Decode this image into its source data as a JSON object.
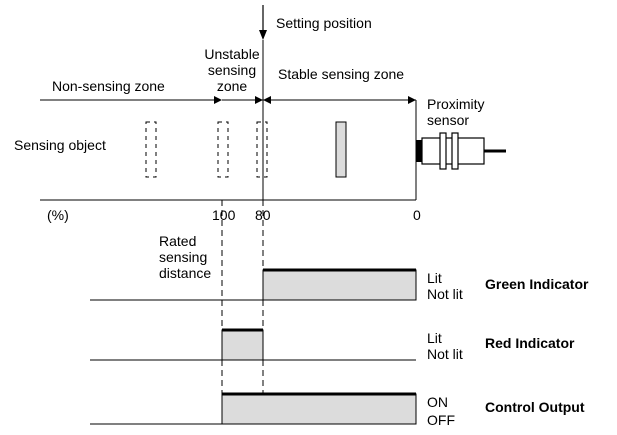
{
  "labels": {
    "setting_position": "Setting position",
    "unstable_zone": [
      "Unstable",
      "sensing",
      "zone"
    ],
    "non_sensing_zone": "Non-sensing zone",
    "stable_zone": "Stable sensing zone",
    "proximity_sensor": [
      "Proximity",
      "sensor"
    ],
    "sensing_object": "Sensing object",
    "axis_unit": "(%)",
    "tick_100": "100",
    "tick_80": "80",
    "tick_0": "0",
    "rated_distance": [
      "Rated",
      "sensing",
      "distance"
    ]
  },
  "indicators": [
    {
      "name": "Green Indicator",
      "on_label": "Lit",
      "off_label": "Not lit",
      "fill": "#dcdcdc"
    },
    {
      "name": "Red Indicator",
      "on_label": "Lit",
      "off_label": "Not lit",
      "fill": "#dcdcdc"
    },
    {
      "name": "Control Output",
      "on_label": "ON",
      "off_label": "OFF",
      "fill": "#dcdcdc"
    }
  ]
}
